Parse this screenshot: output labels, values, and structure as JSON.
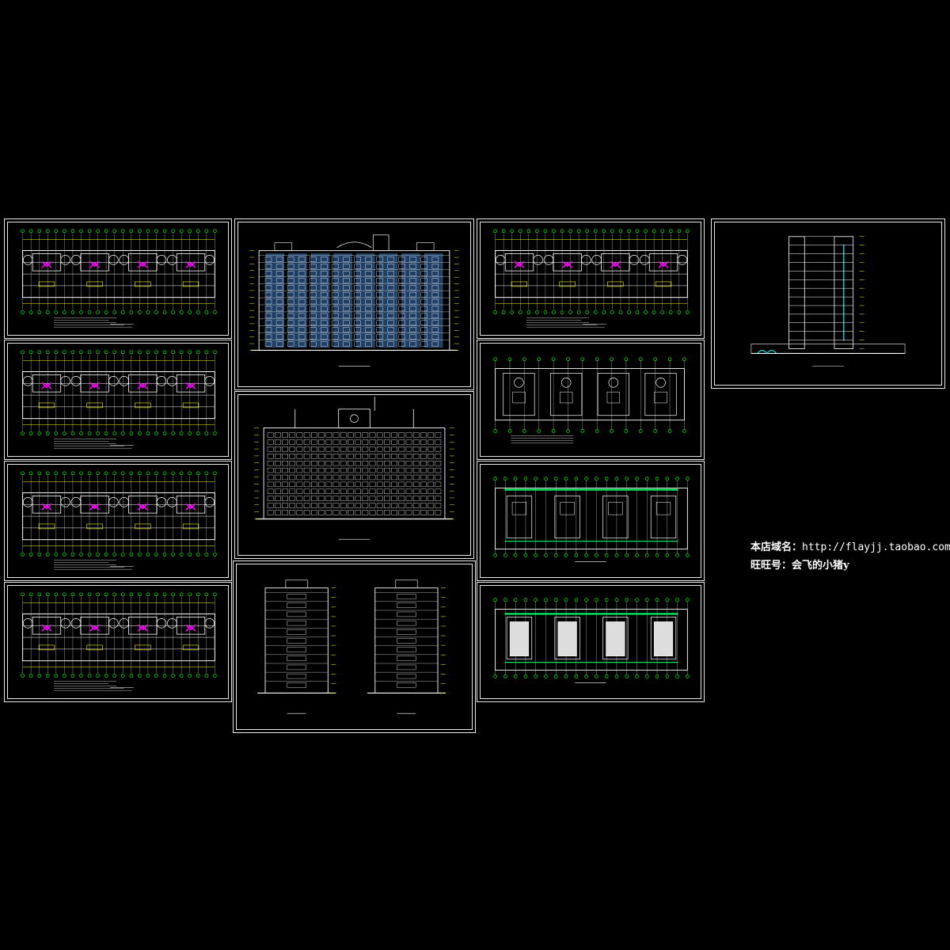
{
  "drawing": {
    "background": "#000000",
    "line_color": "#ffffff",
    "accent_colors": {
      "axis_bubble": "#00ff00",
      "fixture": "#ff00ff",
      "dimension": "#ffff00",
      "glazing": "#00ffff",
      "stair": "#00ff66"
    }
  },
  "sheets": [
    {
      "kind": "floor-plan"
    },
    {
      "kind": "floor-plan"
    },
    {
      "kind": "floor-plan"
    },
    {
      "kind": "floor-plan"
    },
    {
      "kind": "front-elevation"
    },
    {
      "kind": "rear-elevation"
    },
    {
      "kind": "side-elevations"
    },
    {
      "kind": "floor-plan"
    },
    {
      "kind": "upper-floor-plan"
    },
    {
      "kind": "roof-plan"
    },
    {
      "kind": "roof-plan"
    },
    {
      "kind": "section"
    }
  ],
  "store_info": {
    "domain_label": "本店域名：",
    "domain_value": "http://flayjj.taobao.com/",
    "wangwang_label": "旺旺号：",
    "wangwang_value": "会飞的小猪y"
  }
}
